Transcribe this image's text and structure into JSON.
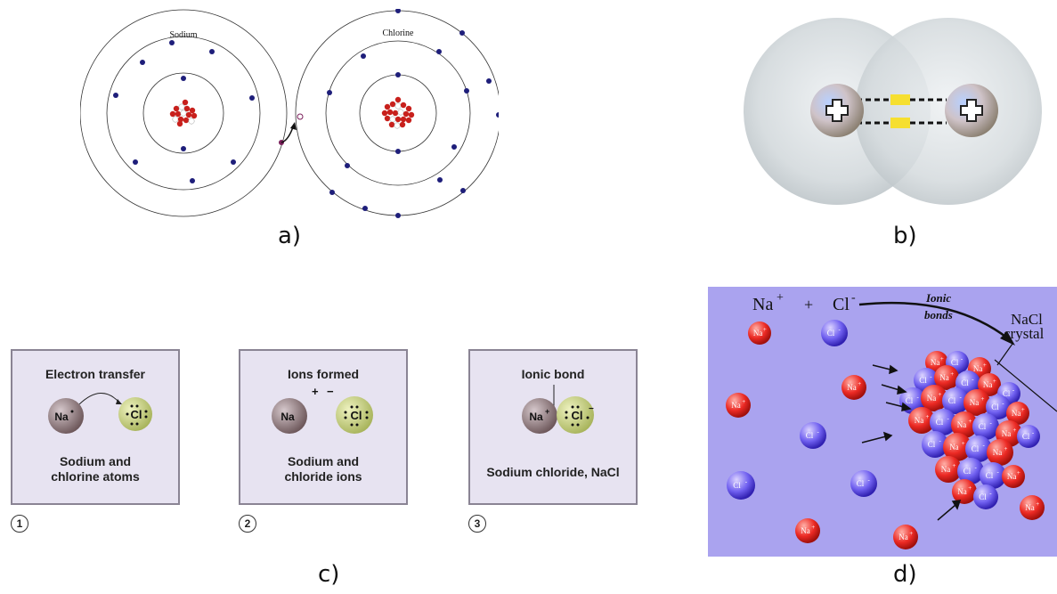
{
  "panel_a": {
    "caption": "a)",
    "atom_left_label": "Sodium",
    "atom_right_label": "Chlorine"
  },
  "panel_b": {
    "caption": "b)"
  },
  "panel_c": {
    "caption": "c)",
    "steps": [
      {
        "number": "1",
        "title": "Electron transfer",
        "sub1": "Sodium and",
        "sub2": "chlorine atoms",
        "na": "Na",
        "cl": "Cl"
      },
      {
        "number": "2",
        "title": "Ions formed",
        "sub1": "Sodium and",
        "sub2": "chloride ions",
        "na": "Na",
        "cl": "Cl",
        "plus": "+",
        "minus": "−"
      },
      {
        "number": "3",
        "title": "Ionic bond",
        "sub1": "Sodium chloride, NaCl",
        "sub2": "",
        "na": "Na",
        "cl": "Cl"
      }
    ]
  },
  "panel_d": {
    "caption": "d)",
    "eq_na": "Na",
    "eq_plus_sup": "+",
    "eq_plus": "+",
    "eq_cl": "Cl",
    "eq_minus_sup": "-",
    "ionic_label_1": "Ionic",
    "ionic_label_2": "bonds",
    "crystal_label_1": "NaCl",
    "crystal_label_2": "crystal",
    "na_ion": "Na",
    "cl_ion": "Cl",
    "na_sup": "+",
    "cl_sup": "-"
  }
}
